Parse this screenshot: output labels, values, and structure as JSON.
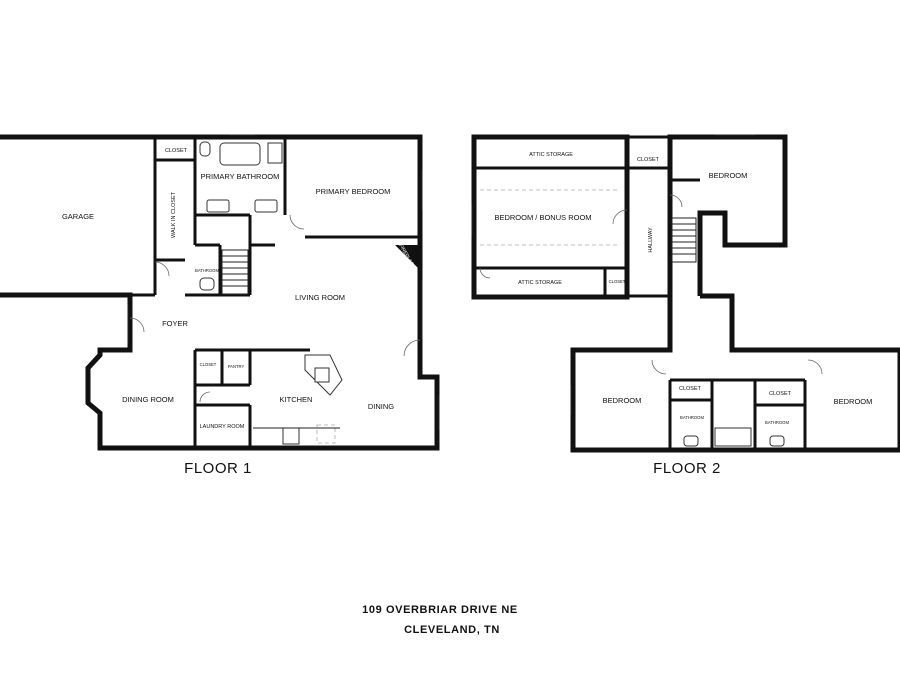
{
  "floor1": {
    "title": "FLOOR 1",
    "rooms": {
      "garage": "GARAGE",
      "closet": "CLOSET",
      "primary_bathroom": "PRIMARY BATHROOM",
      "primary_bedroom": "PRIMARY BEDROOM",
      "walk_in_closet": "WALK IN CLOSET",
      "bathroom": "BATHROOM",
      "fireplace": "FIREPLACE",
      "living_room": "LIVING ROOM",
      "foyer": "FOYER",
      "closet2": "CLOSET",
      "pantry": "PANTRY",
      "dining_room": "DINING ROOM",
      "kitchen": "KITCHEN",
      "dining": "DINING",
      "laundry_room": "LAUNDRY ROOM"
    }
  },
  "floor2": {
    "title": "FLOOR 2",
    "rooms": {
      "attic_storage_top": "ATTIC STORAGE",
      "closet_top": "CLOSET",
      "bedroom_top": "BEDROOM",
      "bonus_room": "BEDROOM / BONUS ROOM",
      "hallway": "HALLWAY",
      "attic_storage_bottom": "ATTIC STORAGE",
      "closet_small": "CLOSET",
      "bedroom_left": "BEDROOM",
      "closet_mid_left": "CLOSET",
      "closet_mid_right": "CLOSET",
      "bathroom_left": "BATHROOM",
      "bathroom_right": "BATHROOM",
      "bedroom_right": "BEDROOM"
    }
  },
  "address": {
    "line1": "109 OVERBRIAR DRIVE NE",
    "line2": "CLEVELAND, TN"
  }
}
